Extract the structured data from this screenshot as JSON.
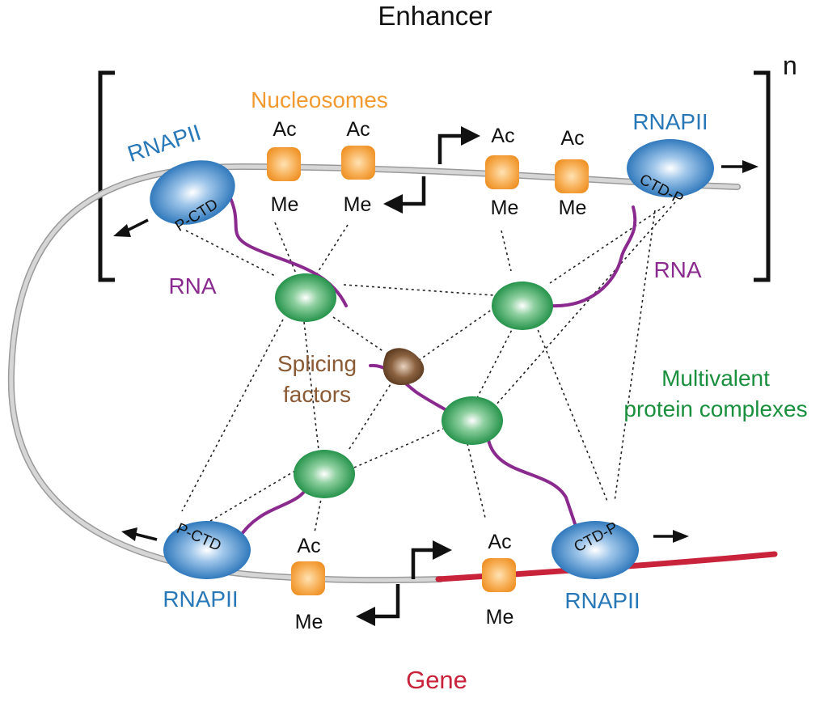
{
  "title": "Enhancer",
  "bracket_exponent": "n",
  "gene_label": "Gene",
  "labels": {
    "nucleosomes": "Nucleosomes",
    "rna_left": "RNA",
    "rna_right": "RNA",
    "splicing_line1": "Splicing",
    "splicing_line2": "factors",
    "multivalent_line1": "Multivalent",
    "multivalent_line2": "protein complexes"
  },
  "rnapii": {
    "top_left": {
      "name": "RNAPII",
      "ctd": "P-CTD"
    },
    "top_right": {
      "name": "RNAPII",
      "ctd": "CTD-P"
    },
    "bottom_left": {
      "name": "RNAPII",
      "ctd": "P-CTD"
    },
    "bottom_right": {
      "name": "RNAPII",
      "ctd": "CTD-P"
    }
  },
  "marks": {
    "ac": "Ac",
    "me": "Me"
  },
  "colors": {
    "nucleosome": "#f5a03c",
    "rnapii": "#2f7fc1",
    "rnapii_text": "#2878b8",
    "protein_complex": "#1f9a4a",
    "splicing_factor": "#7a5230",
    "rna": "#8b2a8e",
    "gene": "#c8233a",
    "dna": "#bdbdbd",
    "nucleosome_text": "#f29a2e",
    "splicing_text": "#8a5a35",
    "multivalent_text": "#1a8f3e"
  }
}
